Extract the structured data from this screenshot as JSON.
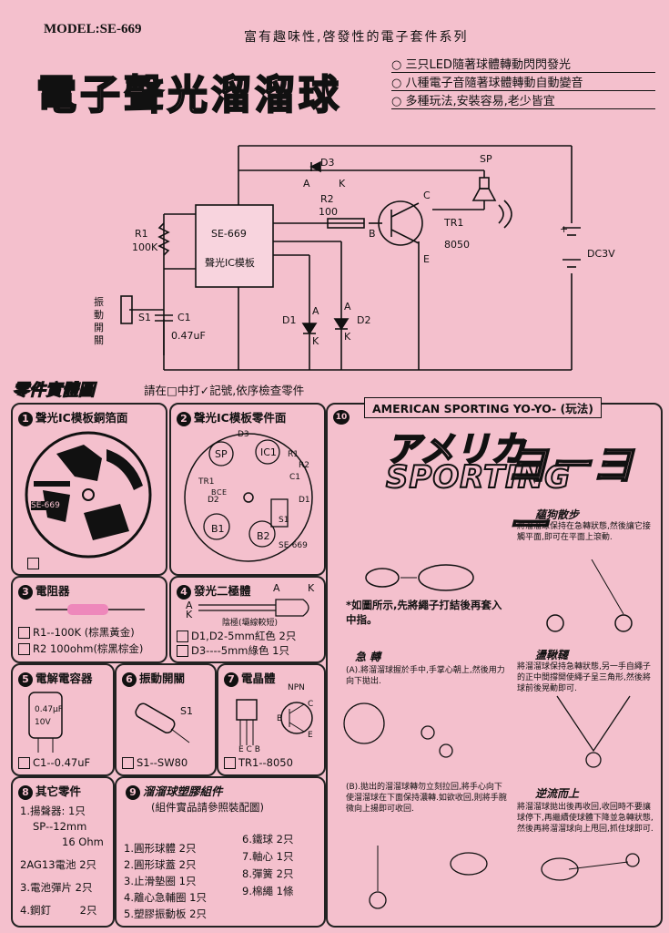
{
  "header": {
    "model": "MODEL:SE-669",
    "tagline": "富有趣味性,啓發性的電子套件系列",
    "title": "電子聲光溜溜球",
    "features": [
      "○ 三只LED隨著球體轉動閃閃發光",
      "○ 八種電子音隨著球體轉動自動變音",
      "○ 多種玩法,安裝容易,老少皆宜"
    ]
  },
  "schematic": {
    "d3": "D3",
    "a": "A",
    "k": "K",
    "r2": "R2",
    "r2v": "100",
    "c": "C",
    "b": "B",
    "e": "E",
    "sp": "SP",
    "tr1": "TR1",
    "tr1v": "8050",
    "r1": "R1",
    "r1v": "100K",
    "ic_name": "SE-669",
    "ic_desc": "聲光IC模板",
    "dc": "DC3V",
    "switch_label": "振動開關",
    "s1": "S1",
    "c1": "C1",
    "c1v": "0.47uF",
    "d1": "D1",
    "d2": "D2",
    "plus": "+"
  },
  "parts_title": "零件實體圖",
  "parts_note": "請在□中打✓記號,依序檢查零件",
  "sec1": {
    "num": "1",
    "title": "聲光IC模板銅箔面",
    "pcb": "SE-669"
  },
  "sec2": {
    "num": "2",
    "title": "聲光IC模板零件面",
    "labels": {
      "sp": "SP",
      "d3": "D3",
      "ic1": "IC1",
      "r1": "R1",
      "r2": "R2",
      "c1": "C1",
      "tr1": "TR1",
      "d2": "D2",
      "d1": "D1",
      "s1": "S1",
      "b1": "B1",
      "b2": "B2",
      "se": "SE-669",
      "b": "B",
      "c": "C",
      "e": "E"
    }
  },
  "sec3": {
    "num": "3",
    "title": "電阻器",
    "items": [
      "R1--100K (棕黑黃金)",
      "R2 100ohm(棕黑棕金)"
    ]
  },
  "sec4": {
    "num": "4",
    "title": "發光二極體",
    "ak": "A",
    "kk": "K",
    "a2": "A",
    "k2": "K",
    "pin": "陰極(壩線較短)",
    "items": [
      "D1,D2-5mm紅色 2只",
      "D3----5mm綠色 1只"
    ]
  },
  "sec5": {
    "num": "5",
    "title": "電解電容器",
    "cap1": "0.47",
    "cap2": "μF",
    "cap3": "10V",
    "item": "C1--0.47uF"
  },
  "sec6": {
    "num": "6",
    "title": "振動開關",
    "s1": "S1",
    "item": "S1--SW80"
  },
  "sec7": {
    "num": "7",
    "title": "電晶體",
    "npn": "NPN",
    "b": "B",
    "c": "C",
    "e": "E",
    "ecb": "E C B",
    "item": "TR1--8050"
  },
  "sec8": {
    "num": "8",
    "title": "其它零件",
    "items": [
      {
        "name": "1.揚聲器:",
        "q": "1只"
      },
      {
        "name": "SP--12mm",
        "q": ""
      },
      {
        "name": "16 Ohm",
        "q": ""
      },
      {
        "name": "2AG13電池",
        "q": "2只"
      },
      {
        "name": "3.電池彈片",
        "q": "2只"
      },
      {
        "name": "4.鋼釘",
        "q": "2只"
      }
    ]
  },
  "sec9": {
    "num": "9",
    "title": "溜溜球塑膠組件",
    "sub": "(組件實品請參照裝配圖)",
    "left": [
      "1.圓形球體 2只",
      "2.圓形球蓋 2只",
      "3.止滑墊圈 1只",
      "4.離心急輔圈 1只",
      "5.塑膠振動板 2只"
    ],
    "right": [
      "6.鐵球 2只",
      "7.軸心 1只",
      "8.彈簧 2只",
      "9.棉繩 1條"
    ]
  },
  "sec10": {
    "num": "10",
    "title": "AMERICAN SPORTING YO-YO- (玩法)",
    "logo1": "アメリカ",
    "logo2": "SPORTING",
    "logo3": "ヨーヨー",
    "knot": "*如圖所示,先將繩子打結後再套入中指。",
    "s1h": "急 轉",
    "s1t": "(A).將溜溜球握於手中,手掌心朝上,然後用力向下拋出.",
    "s2h": "蘊狗散步",
    "s2t": "將溜溜球保持在急轉狀態,然後讓它接觸平面,即可在平面上滾動.",
    "s3h": "盪鞦韆",
    "s3t": "將溜溜球保持急轉狀態,另一手自繩子的正中間撐開使繩子呈三角形,然後將球前後晃動即可.",
    "s4t": "(B).拋出的溜溜球轉勿立刻拉回,將手心向下使溜溜球在下面保持濃轉.如欲收回,則將手腕微向上揚即可收回.",
    "s5h": "逆流而上",
    "s5t": "將溜溜球拋出後再收回,收回時不要讓球停下,再繼續使球體下降並急轉狀態,然後再將溜溜球向上甩回,抓住球即可."
  }
}
